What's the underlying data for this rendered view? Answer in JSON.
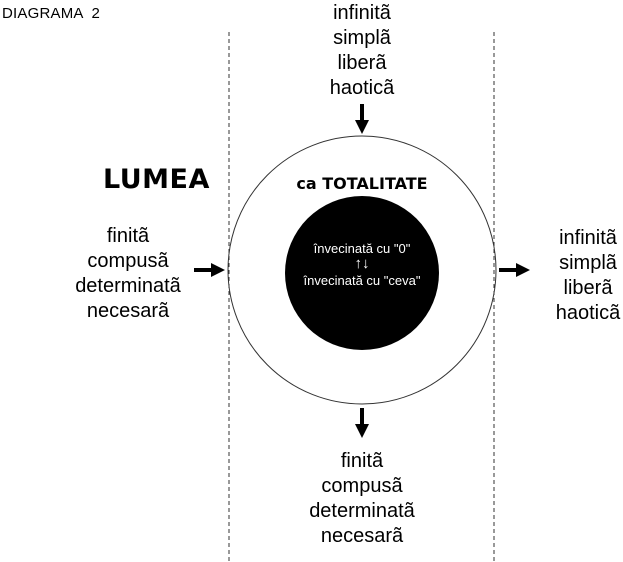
{
  "title": "DIAGRAMA  2",
  "world_label": "LUMEA",
  "totality_label": "ca TOTALITATE",
  "inner_circle": {
    "line1": "învecinată cu \"0\"",
    "arrows": "↑↓",
    "line2": "învecinată cu \"ceva\""
  },
  "top_attributes": [
    "infinitã",
    "simplã",
    "liberã",
    "haoticã"
  ],
  "left_attributes": [
    "finitã",
    "compusã",
    "determinatã",
    "necesarã"
  ],
  "right_attributes": [
    "infinitã",
    "simplã",
    "liberã",
    "haoticã"
  ],
  "bottom_attributes": [
    "finitã",
    "compusã",
    "determinatã",
    "necesarã"
  ],
  "colors": {
    "background": "#ffffff",
    "ink": "#000000",
    "inner_text": "#ffffff",
    "dashed_line": "#333333"
  }
}
